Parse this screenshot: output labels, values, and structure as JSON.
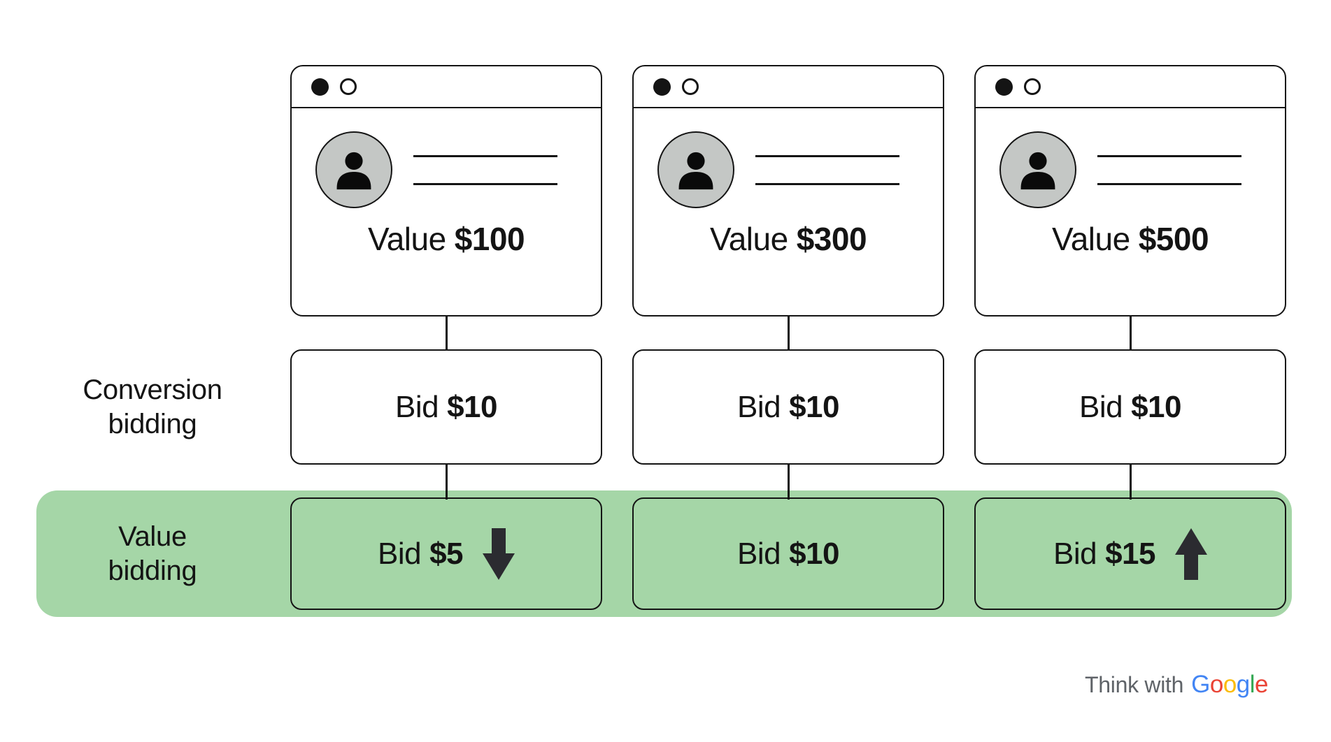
{
  "rows": {
    "conversion": {
      "line1": "Conversion",
      "line2": "bidding"
    },
    "value": {
      "line1": "Value",
      "line2": "bidding"
    }
  },
  "columns": [
    {
      "value_label": "Value",
      "value_amount": "$100",
      "conv_bid_label": "Bid",
      "conv_bid_amount": "$10",
      "value_bid_label": "Bid",
      "value_bid_amount": "$5",
      "value_bid_arrow": "down"
    },
    {
      "value_label": "Value",
      "value_amount": "$300",
      "conv_bid_label": "Bid",
      "conv_bid_amount": "$10",
      "value_bid_label": "Bid",
      "value_bid_amount": "$10",
      "value_bid_arrow": "none"
    },
    {
      "value_label": "Value",
      "value_amount": "$500",
      "conv_bid_label": "Bid",
      "conv_bid_amount": "$10",
      "value_bid_label": "Bid",
      "value_bid_amount": "$15",
      "value_bid_arrow": "up"
    }
  ],
  "footer": {
    "prefix": "Think with",
    "google_letters": [
      {
        "char": "G",
        "color": "#4285F4"
      },
      {
        "char": "o",
        "color": "#EA4335"
      },
      {
        "char": "o",
        "color": "#FBBC05"
      },
      {
        "char": "g",
        "color": "#4285F4"
      },
      {
        "char": "l",
        "color": "#34A853"
      },
      {
        "char": "e",
        "color": "#EA4335"
      }
    ]
  },
  "colors": {
    "green-band": "#A5D6A7",
    "avatar-bg": "#C4C7C5",
    "ink": "#141414",
    "arrow": "#2B2B30",
    "footer-gray": "#5F6368"
  }
}
